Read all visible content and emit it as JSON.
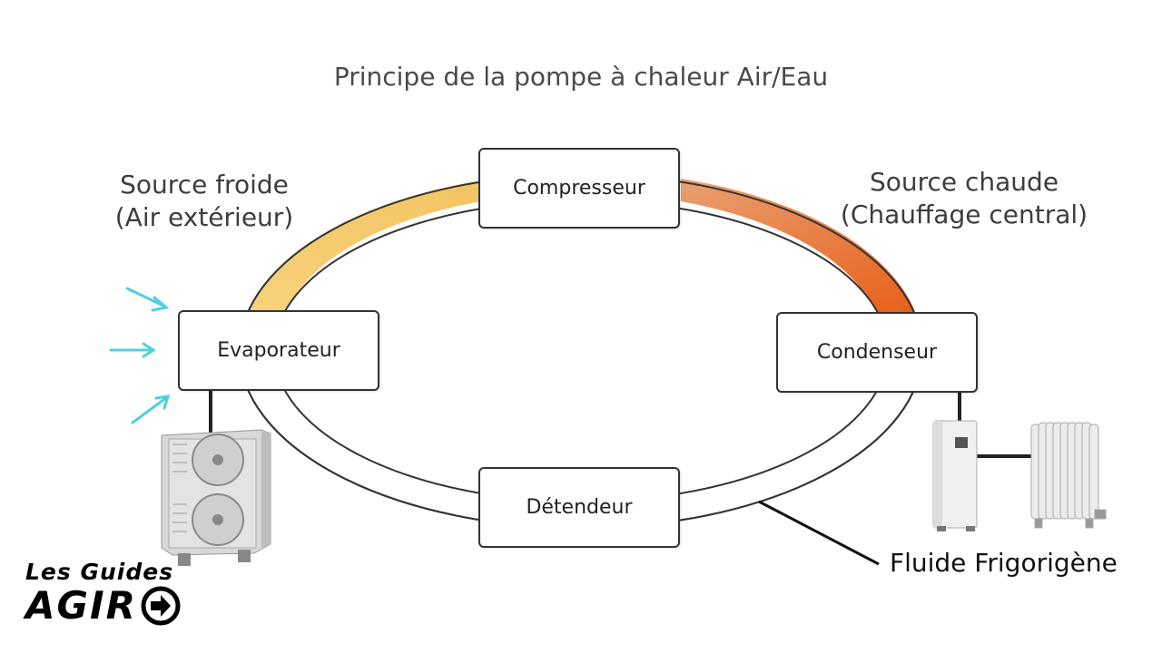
{
  "title": "Principe de la pompe à chaleur Air/Eau",
  "cold_source": {
    "line1": "Source froide",
    "line2": "(Air extérieur)"
  },
  "hot_source": {
    "line1": "Source chaude",
    "line2": "(Chauffage central)"
  },
  "components": {
    "compressor": "Compresseur",
    "evaporator": "Evaporateur",
    "condenser": "Condenseur",
    "expansion_valve": "Détendeur"
  },
  "fluid_label": "Fluide Frigorigène",
  "logo": {
    "line1": "Les Guides",
    "line2": "AGIR"
  },
  "colors": {
    "cold_arc": "#f5cf72",
    "hot_arc": "#e86a1e",
    "air_arrows": "#4fd0e0",
    "outline": "#333333"
  },
  "icons": [
    "outdoor-heat-pump-unit",
    "indoor-water-unit",
    "radiator",
    "arrow-right-circle"
  ]
}
